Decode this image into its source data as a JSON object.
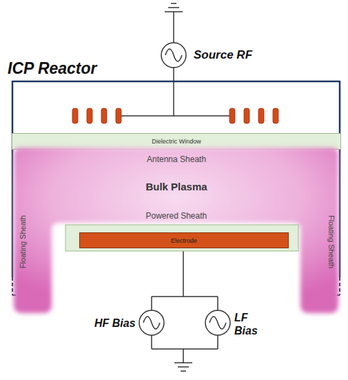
{
  "diagram": {
    "title": "ICP Reactor",
    "nodes": [
      {
        "text": [
          "Dielectric Window"
        ]
      },
      {
        "text": [
          "Bulk Plasma"
        ]
      },
      {
        "text": [
          "Electrode"
        ]
      }
    ],
    "labels": [
      "Source RF",
      "Antenna Sheath",
      "Powered Sheath",
      "Floating Sheath",
      "Floating Sheath",
      "HF Bias",
      "LF Bias"
    ]
  }
}
